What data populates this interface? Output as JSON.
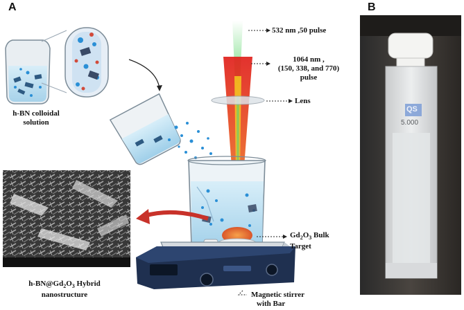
{
  "panel_a_label": "A",
  "panel_b_label": "B",
  "labels": {
    "green_laser": "532 nm ,50 pulse",
    "red_laser_line1": "1064 nm ,",
    "red_laser_line2": "(150, 338, and 770)",
    "red_laser_line3": "pulse",
    "lens": "Lens",
    "colloid_line1": "h-BN colloidal",
    "colloid_line2": "solution",
    "target_line1_prefix": "Gd",
    "target_line1_sub1": "2",
    "target_line1_mid": "O",
    "target_line1_sub2": "3",
    "target_line1_suffix": " Bulk",
    "target_line2": "Target",
    "hybrid_line1_prefix": "h-BN@Gd",
    "hybrid_line1_sub1": "2",
    "hybrid_line1_mid": "O",
    "hybrid_line1_sub2": "3",
    "hybrid_line1_suffix": " Hybrid",
    "hybrid_line2": "nanostructure",
    "stirrer_line1": "Magnetic stirrer",
    "stirrer_line2": "with Bar",
    "cuvette_mark": "QS",
    "cuvette_size": "5.000"
  },
  "colors": {
    "laser_red": "#e0201c",
    "laser_green": "#5ad66a",
    "water_blue": "#bfe3f5",
    "stirrer_dark": "#1f3050",
    "particle_blue": "#2a8fd6"
  }
}
